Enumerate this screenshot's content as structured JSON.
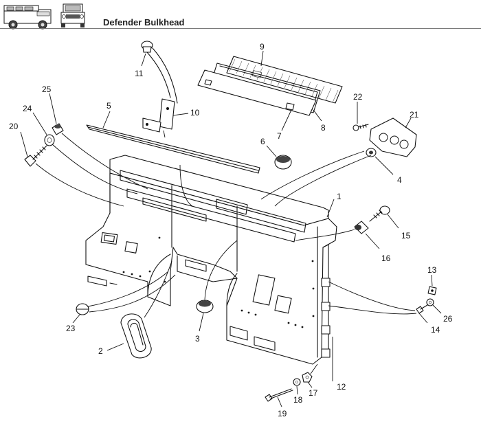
{
  "header": {
    "title": "Defender Bulkhead",
    "thumb_left_icon": "land-rover-side-view-icon",
    "thumb_right_icon": "land-rover-front-view-icon"
  },
  "callouts": [
    "1",
    "2",
    "3",
    "4",
    "5",
    "6",
    "7",
    "8",
    "9",
    "10",
    "11",
    "12",
    "13",
    "14",
    "15",
    "16",
    "17",
    "18",
    "19",
    "20",
    "21",
    "22",
    "23",
    "24",
    "25",
    "26"
  ]
}
